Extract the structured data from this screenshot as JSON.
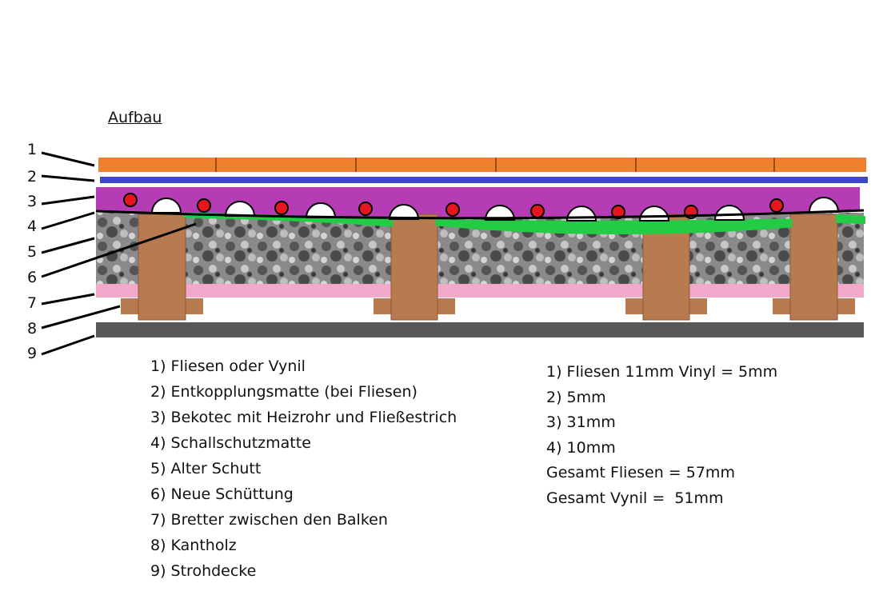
{
  "title": "Aufbau",
  "layer_numbers": [
    "1",
    "2",
    "3",
    "4",
    "5",
    "6",
    "7",
    "8",
    "9"
  ],
  "legend": [
    "1) Fliesen oder Vynil",
    "2) Entkopplungsmatte (bei Fliesen)",
    "3) Bekotec mit Heizrohr und Fließestrich",
    "4) Schallschutzmatte",
    "5) Alter Schutt",
    "6) Neue Schüttung",
    "7) Bretter zwischen den Balken",
    "8) Kantholz",
    "9) Strohdecke"
  ],
  "thicknesses": [
    "1) Fliesen 11mm Vinyl = 5mm",
    "2) 5mm",
    "3) 31mm",
    "4) 10mm",
    "Gesamt Fliesen = 57mm",
    "Gesamt Vynil =  51mm"
  ],
  "colors": {
    "tiles": "#f07f2e",
    "mat": "#3f48cc",
    "screed": "#b53cb5",
    "pipe": "#e5161e",
    "beam": "#b87b4f",
    "boards": "#f2a9c9",
    "ceiling": "#585858",
    "fill": "#22cc44"
  }
}
